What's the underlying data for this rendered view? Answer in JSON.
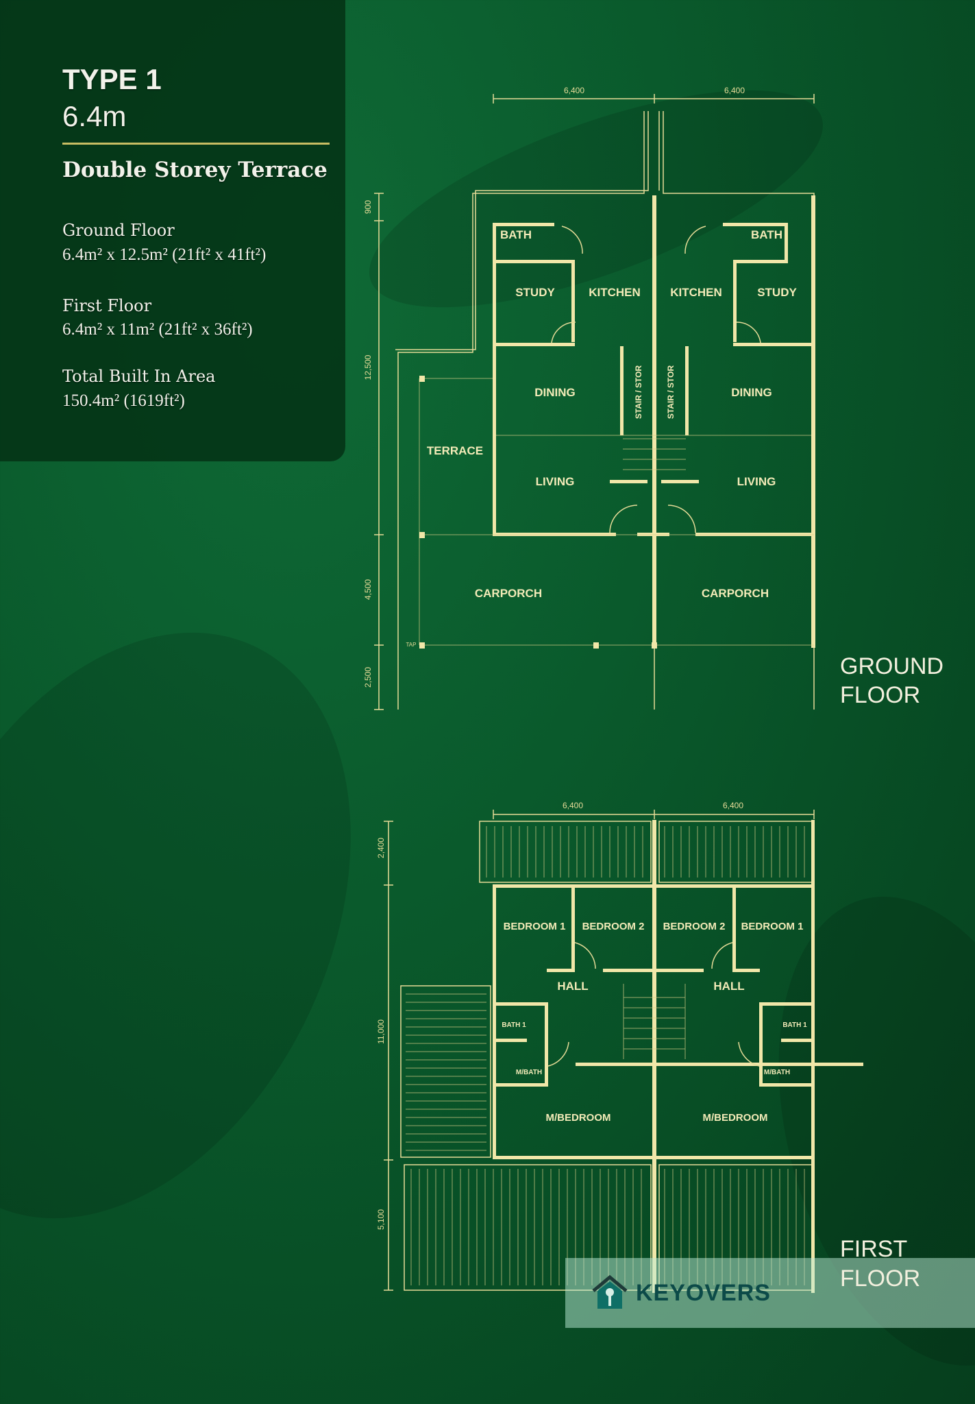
{
  "info": {
    "type": "TYPE 1",
    "width": "6.4m",
    "subtitle": "Double Storey Terrace",
    "ground_floor_label": "Ground Floor",
    "ground_floor_size": "6.4m² x 12.5m² (21ft² x 41ft²)",
    "first_floor_label": "First Floor",
    "first_floor_size": "6.4m² x 11m² (21ft² x 36ft²)",
    "total_label": "Total Built In Area",
    "total_value": "150.4m² (1619ft²)"
  },
  "ground_floor": {
    "title_line1": "GROUND",
    "title_line2": "FLOOR",
    "width_dims": [
      "6,400",
      "6,400"
    ],
    "depth_dims": [
      "900",
      "12,500",
      "4,500",
      "2,500"
    ],
    "rooms": [
      "BATH",
      "BATH",
      "STUDY",
      "KITCHEN",
      "KITCHEN",
      "STUDY",
      "DINING",
      "DINING",
      "LIVING",
      "LIVING",
      "TERRACE",
      "CARPORCH",
      "CARPORCH",
      "STAIR / STOR",
      "STAIR / STOR"
    ],
    "tap": "TAP"
  },
  "first_floor": {
    "title_line1": "FIRST",
    "title_line2": "FLOOR",
    "width_dims": [
      "6,400",
      "6,400"
    ],
    "depth_dims": [
      "2,400",
      "11,000",
      "5,100"
    ],
    "rooms": [
      "BEDROOM 1",
      "BEDROOM 2",
      "BEDROOM 2",
      "BEDROOM 1",
      "HALL",
      "HALL",
      "BATH 1",
      "BATH 1",
      "M/BATH",
      "M/BATH",
      "M/BEDROOM",
      "M/BEDROOM"
    ]
  },
  "watermark": {
    "brand": "KEYOVERS",
    "icon": "house-key-icon"
  },
  "colors": {
    "background": "#0a5a2c",
    "lines": "#f1e7a9",
    "accent": "#c9bd63"
  }
}
